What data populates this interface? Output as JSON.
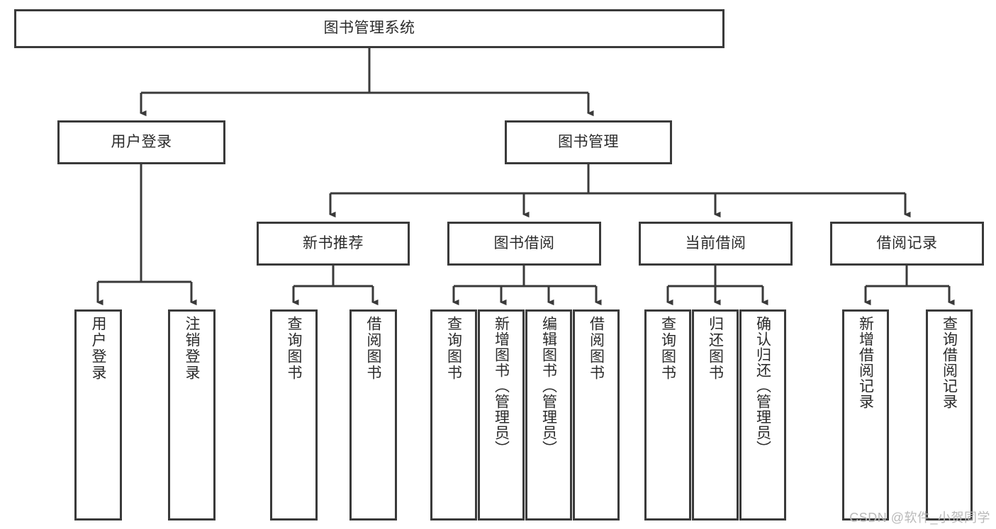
{
  "diagram": {
    "title": "图书管理系统",
    "type": "tree",
    "colors": {
      "box_border": "#3a3a3a",
      "box_fill": "#ffffff",
      "connector": "#3a3a3a",
      "text": "#2b2b2b",
      "watermark": "#b9b9b9",
      "background": "#ffffff"
    },
    "root": {
      "id": "root",
      "label": "图书管理系统"
    },
    "level2": [
      {
        "id": "user-login",
        "label": "用户登录"
      },
      {
        "id": "book-manage",
        "label": "图书管理"
      }
    ],
    "level3": [
      {
        "id": "new-book-recommend",
        "label": "新书推荐"
      },
      {
        "id": "book-borrow",
        "label": "图书借阅"
      },
      {
        "id": "current-borrow",
        "label": "当前借阅"
      },
      {
        "id": "borrow-record",
        "label": "借阅记录"
      }
    ],
    "leaves": {
      "user-login": [
        {
          "id": "leaf-user-login",
          "label": "用户登录"
        },
        {
          "id": "leaf-user-logout",
          "label": "注销登录"
        }
      ],
      "new-book-recommend": [
        {
          "id": "leaf-query-book-1",
          "label": "查询图书"
        },
        {
          "id": "leaf-borrow-book-1",
          "label": "借阅图书"
        }
      ],
      "book-borrow": [
        {
          "id": "leaf-query-book-2",
          "label": "查询图书"
        },
        {
          "id": "leaf-add-book",
          "label": "新增图书（管理员）"
        },
        {
          "id": "leaf-edit-book",
          "label": "编辑图书（管理员）"
        },
        {
          "id": "leaf-borrow-book-2",
          "label": "借阅图书"
        }
      ],
      "current-borrow": [
        {
          "id": "leaf-query-book-3",
          "label": "查询图书"
        },
        {
          "id": "leaf-return-book",
          "label": "归还图书"
        },
        {
          "id": "leaf-confirm-return",
          "label": "确认归还（管理员）"
        }
      ],
      "borrow-record": [
        {
          "id": "leaf-add-record",
          "label": "新增借阅记录"
        },
        {
          "id": "leaf-query-record",
          "label": "查询借阅记录"
        }
      ]
    }
  },
  "watermark": {
    "text": "CSDN @软件_小贺同学"
  }
}
